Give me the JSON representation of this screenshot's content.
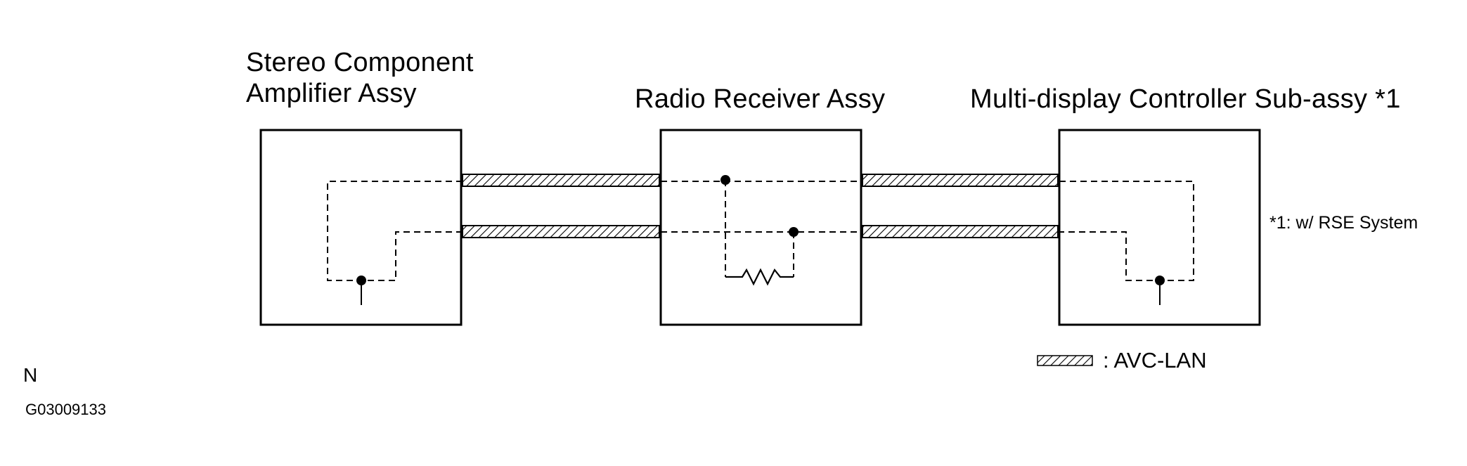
{
  "components": {
    "amplifier": {
      "line1": "Stereo Component",
      "line2": "Amplifier Assy"
    },
    "radio": {
      "label": "Radio Receiver Assy"
    },
    "display": {
      "label": "Multi-display Controller Sub-assy *1"
    }
  },
  "note": "*1: w/ RSE System",
  "legend": {
    "label": ": AVC-LAN"
  },
  "corner_mark": "N",
  "figure_id": "G03009133",
  "colors": {
    "line": "#000000",
    "background": "#ffffff"
  }
}
